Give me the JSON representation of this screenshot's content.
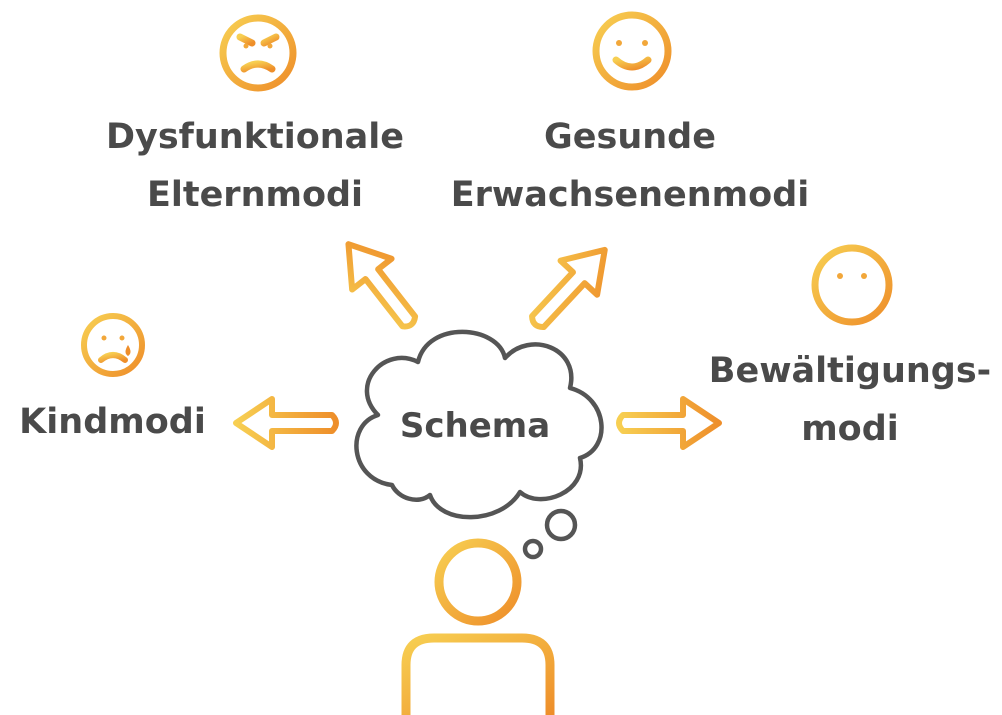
{
  "schema_label": "Schema",
  "modes": {
    "dysfunctional_parent": {
      "line1": "Dysfunktionale",
      "line2": "Elternmodi",
      "face": "angry-face-icon"
    },
    "healthy_adult": {
      "line1": "Gesunde",
      "line2": "Erwachsenenmodi",
      "face": "smiling-face-icon"
    },
    "coping": {
      "line1": "Bewältigungs-",
      "line2": "modi",
      "face": "neutral-face-icon"
    },
    "child": {
      "line1": "Kindmodi",
      "face": "crying-face-icon"
    }
  },
  "colors": {
    "text": "#4a4a4a",
    "outline": "#555555",
    "accent_light": "#f7cf52",
    "accent_dark": "#ee8e2a"
  }
}
